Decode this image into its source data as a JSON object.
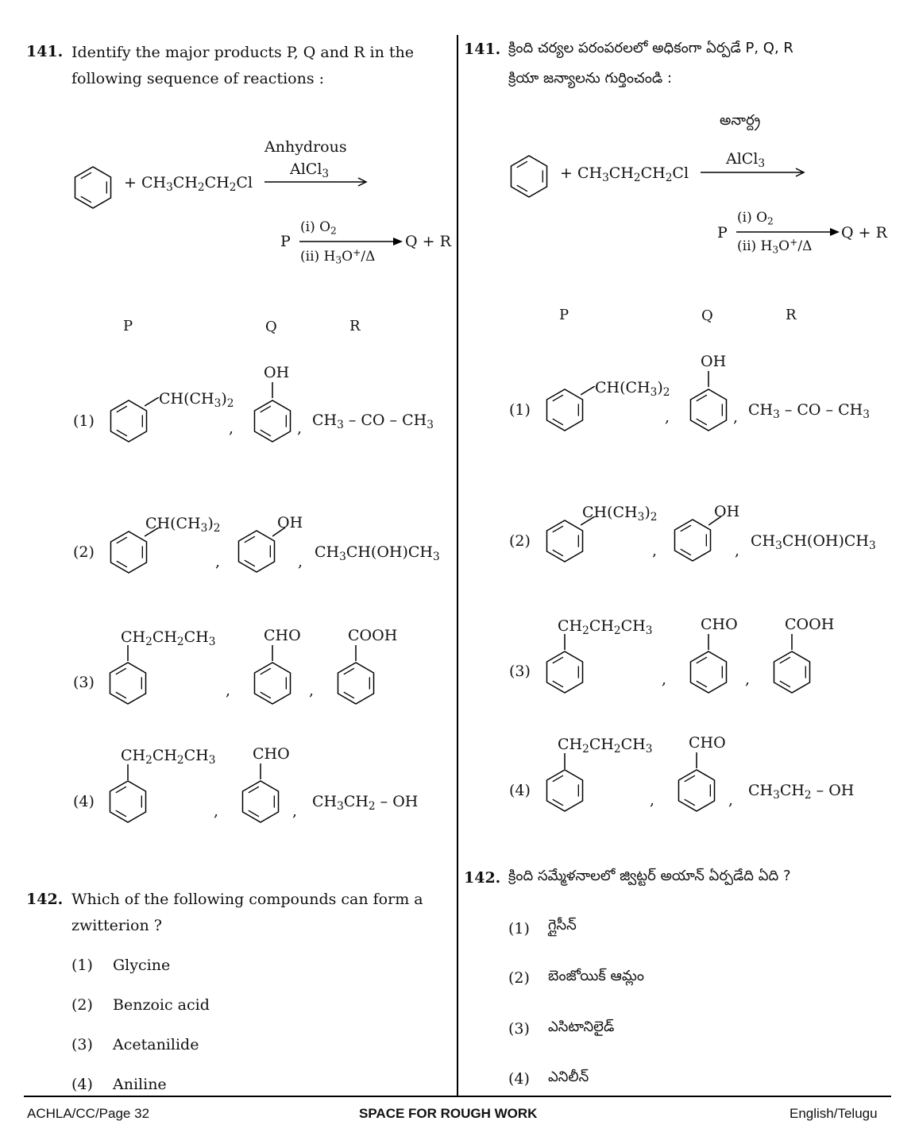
{
  "left": {
    "q141": {
      "number": "141.",
      "stem_line1": "Identify the major products P, Q and R in the",
      "stem_line2": "following sequence of reactions :",
      "reaction1": {
        "above": "Anhydrous",
        "catalyst": "AlCl3",
        "reagent": "+ CH3CH2CH2Cl"
      },
      "reaction2": {
        "from": "P",
        "step1": "(i) O2",
        "step2": "(ii) H3O+/Δ",
        "to": "Q + R"
      },
      "headers": {
        "p": "P",
        "q": "Q",
        "r": "R"
      },
      "options": {
        "o1": {
          "num": "(1)",
          "p_sub": "CH(CH3)2",
          "q_sub": "OH",
          "r": "CH3 – CO – CH3"
        },
        "o2": {
          "num": "(2)",
          "p_sub": "CH(CH3)2",
          "q_sub": "OH",
          "r": "CH3CH(OH)CH3"
        },
        "o3": {
          "num": "(3)",
          "p_sub": "CH2CH2CH3",
          "q_sub": "CHO",
          "r_sub": "COOH"
        },
        "o4": {
          "num": "(4)",
          "p_sub": "CH2CH2CH3",
          "q_sub": "CHO",
          "r": "CH3CH2 – OH"
        }
      }
    },
    "q142": {
      "number": "142.",
      "stem_line1": "Which of the following compounds can form a",
      "stem_line2": "zwitterion ?",
      "options": [
        {
          "num": "(1)",
          "text": "Glycine"
        },
        {
          "num": "(2)",
          "text": "Benzoic acid"
        },
        {
          "num": "(3)",
          "text": "Acetanilide"
        },
        {
          "num": "(4)",
          "text": "Aniline"
        }
      ]
    }
  },
  "right": {
    "q141": {
      "number": "141.",
      "stem_line1": "క్రింది చర్యల పరంపరలలో అధికంగా ఏర్పడే P, Q, R",
      "stem_line2": "క్రియా జన్యాలను గుర్తించండి :",
      "reaction1": {
        "above": "అనార్ద్ర",
        "catalyst": "AlCl3",
        "reagent": "+ CH3CH2CH2Cl"
      },
      "reaction2": {
        "from": "P",
        "step1": "(i) O2",
        "step2": "(ii) H3O+/Δ",
        "to": "Q + R"
      },
      "headers": {
        "p": "P",
        "q": "Q",
        "r": "R"
      },
      "options": {
        "o1": {
          "num": "(1)",
          "p_sub": "CH(CH3)2",
          "q_sub": "OH",
          "r": "CH3 – CO – CH3"
        },
        "o2": {
          "num": "(2)",
          "p_sub": "CH(CH3)2",
          "q_sub": "OH",
          "r": "CH3CH(OH)CH3"
        },
        "o3": {
          "num": "(3)",
          "p_sub": "CH2CH2CH3",
          "q_sub": "CHO",
          "r_sub": "COOH"
        },
        "o4": {
          "num": "(4)",
          "p_sub": "CH2CH2CH3",
          "q_sub": "CHO",
          "r": "CH3CH2 – OH"
        }
      }
    },
    "q142": {
      "number": "142.",
      "stem_line1": "క్రింది సమ్మేళనాలలో జ్విట్టర్ అయాన్ ఏర్పడేది ఏది ?",
      "options": [
        {
          "num": "(1)",
          "text": "గ్లైసీన్"
        },
        {
          "num": "(2)",
          "text": "బెంజోయిక్ ఆమ్లం"
        },
        {
          "num": "(3)",
          "text": "ఎసిటానిలైడ్"
        },
        {
          "num": "(4)",
          "text": "ఎనిలీన్"
        }
      ]
    }
  },
  "footer": {
    "left": "ACHLA/CC/Page 32",
    "center": "SPACE FOR ROUGH WORK",
    "right": "English/Telugu"
  }
}
